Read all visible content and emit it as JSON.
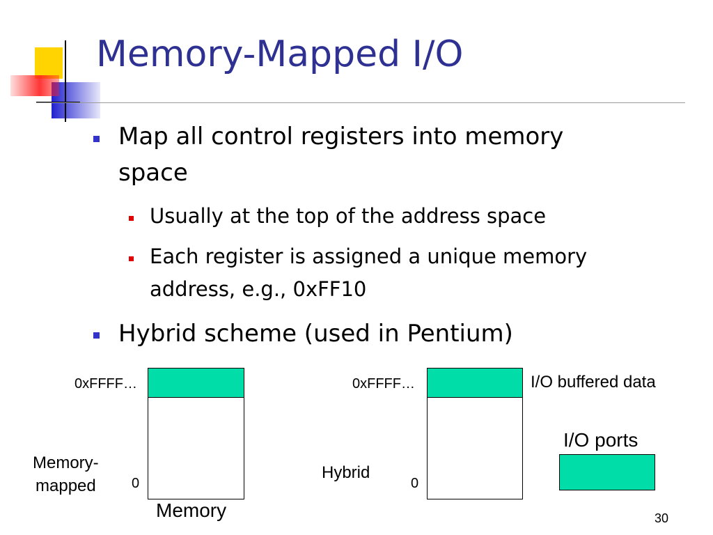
{
  "slide": {
    "title": "Memory-Mapped I/O",
    "page_number": "30",
    "colors": {
      "title": "#2e3192",
      "level1_bullet": "#3333cc",
      "level2_bullet": "#e00000",
      "highlight_fill": "#00dda8"
    }
  },
  "bullets": [
    {
      "line1": "Map all control registers into memory",
      "line2": "space",
      "sub": [
        {
          "line1": "Usually at the top of the address space"
        },
        {
          "line1": "Each register is assigned a unique memory",
          "line2": "address, e.g., 0xFF10"
        }
      ]
    },
    {
      "line1": "Hybrid scheme (used in Pentium)"
    }
  ],
  "diagram": {
    "left": {
      "top_address": "0xFFFF…",
      "bottom_address": "0",
      "caption_line1": "Memory-",
      "caption_line2": "mapped",
      "box_label": "Memory"
    },
    "right": {
      "top_address": "0xFFFF…",
      "bottom_address": "0",
      "caption": "Hybrid",
      "buffer_label": "I/O buffered data",
      "ports_label": "I/O ports"
    }
  }
}
